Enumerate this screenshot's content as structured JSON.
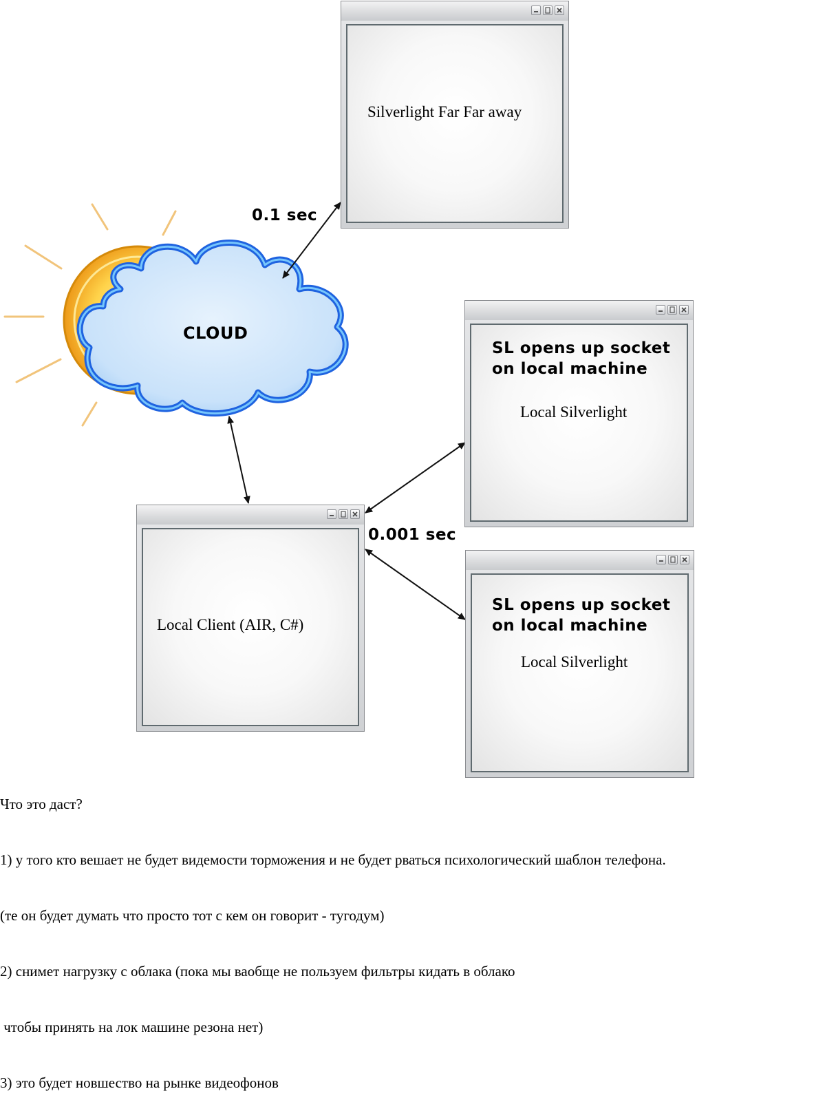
{
  "windows": {
    "far": {
      "label": "Silverlight Far Far away"
    },
    "local1": {
      "heading_line1": "SL opens up socket",
      "heading_line2": "on local machine",
      "label": "Local Silverlight"
    },
    "local2": {
      "heading_line1": "SL opens up socket",
      "heading_line2": "on local machine",
      "label": "Local Silverlight"
    },
    "client": {
      "label": "Local Client (AIR, C#)"
    }
  },
  "cloud": {
    "label": "CLOUD"
  },
  "latency": {
    "far": "0.1 sec",
    "local": "0.001 sec"
  },
  "notes": [
    "Что это даст?",
    "1) у того кто вешает не будет видемости торможения и не будет рваться психологический шаблон телефона.",
    "(те он будет думать что просто тот с кем он говорит - тугодум)",
    "2) снимет нагрузку с облака (пока мы ваобще не пользуем фильтры кидать в облако",
    " чтобы принять на лок машине резона нет)",
    "3) это будет новшество на рынке видеофонов"
  ],
  "colors": {
    "cloud_fill": "#cfe6fb",
    "cloud_outline": "#1f63e0",
    "sun": "#f5b71e",
    "rays": "#f1c47b"
  },
  "icons": [
    "minimize-icon",
    "restore-icon",
    "close-icon",
    "sun-icon",
    "cloud-icon"
  ]
}
